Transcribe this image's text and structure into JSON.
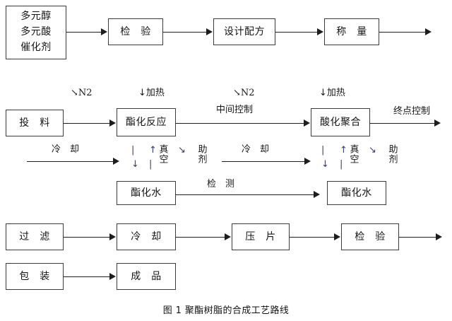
{
  "figure": {
    "caption": "图 1 聚酯树脂的合成工艺路线"
  },
  "row1": {
    "feedstock": {
      "line1": "多元醇",
      "line2": "多元酸",
      "line3": "催化剂"
    },
    "inspect": "检　验",
    "formula": "设计配方",
    "weigh": "称　量"
  },
  "row2": {
    "charging": "投　料",
    "esterification": "酯化反应",
    "acid_polymerization": "酸化聚合",
    "labels": {
      "n2_left": "N2",
      "heat_left": "加热",
      "n2_right": "N2",
      "heat_right": "加热",
      "intermediate_control": "中间控制",
      "endpoint_control": "终点控制"
    }
  },
  "row3": {
    "ester_water_left": "酯化水",
    "ester_water_right": "酯化水",
    "labels": {
      "cooling_left": "冷　却",
      "cooling_right": "冷　却",
      "vacuum_left": "真空",
      "additive_left": "助剂",
      "vacuum_right": "真空",
      "additive_right": "助剂",
      "detection": "检　测"
    }
  },
  "row4": {
    "filter": "过　滤",
    "cooling": "冷　却",
    "tableting": "压　片",
    "inspect": "检　验"
  },
  "row5": {
    "packaging": "包　装",
    "finished": "成　品"
  },
  "glyphs": {
    "arrow_down": "↓",
    "arrow_up": "↑",
    "arrow_down_right": "↘",
    "arrow_down_left": "↙",
    "vbar": "|"
  },
  "colors": {
    "stroke": "#1d1d1d",
    "box_border": "#3a3a3a",
    "text": "#151515",
    "background": "#ffffff"
  }
}
